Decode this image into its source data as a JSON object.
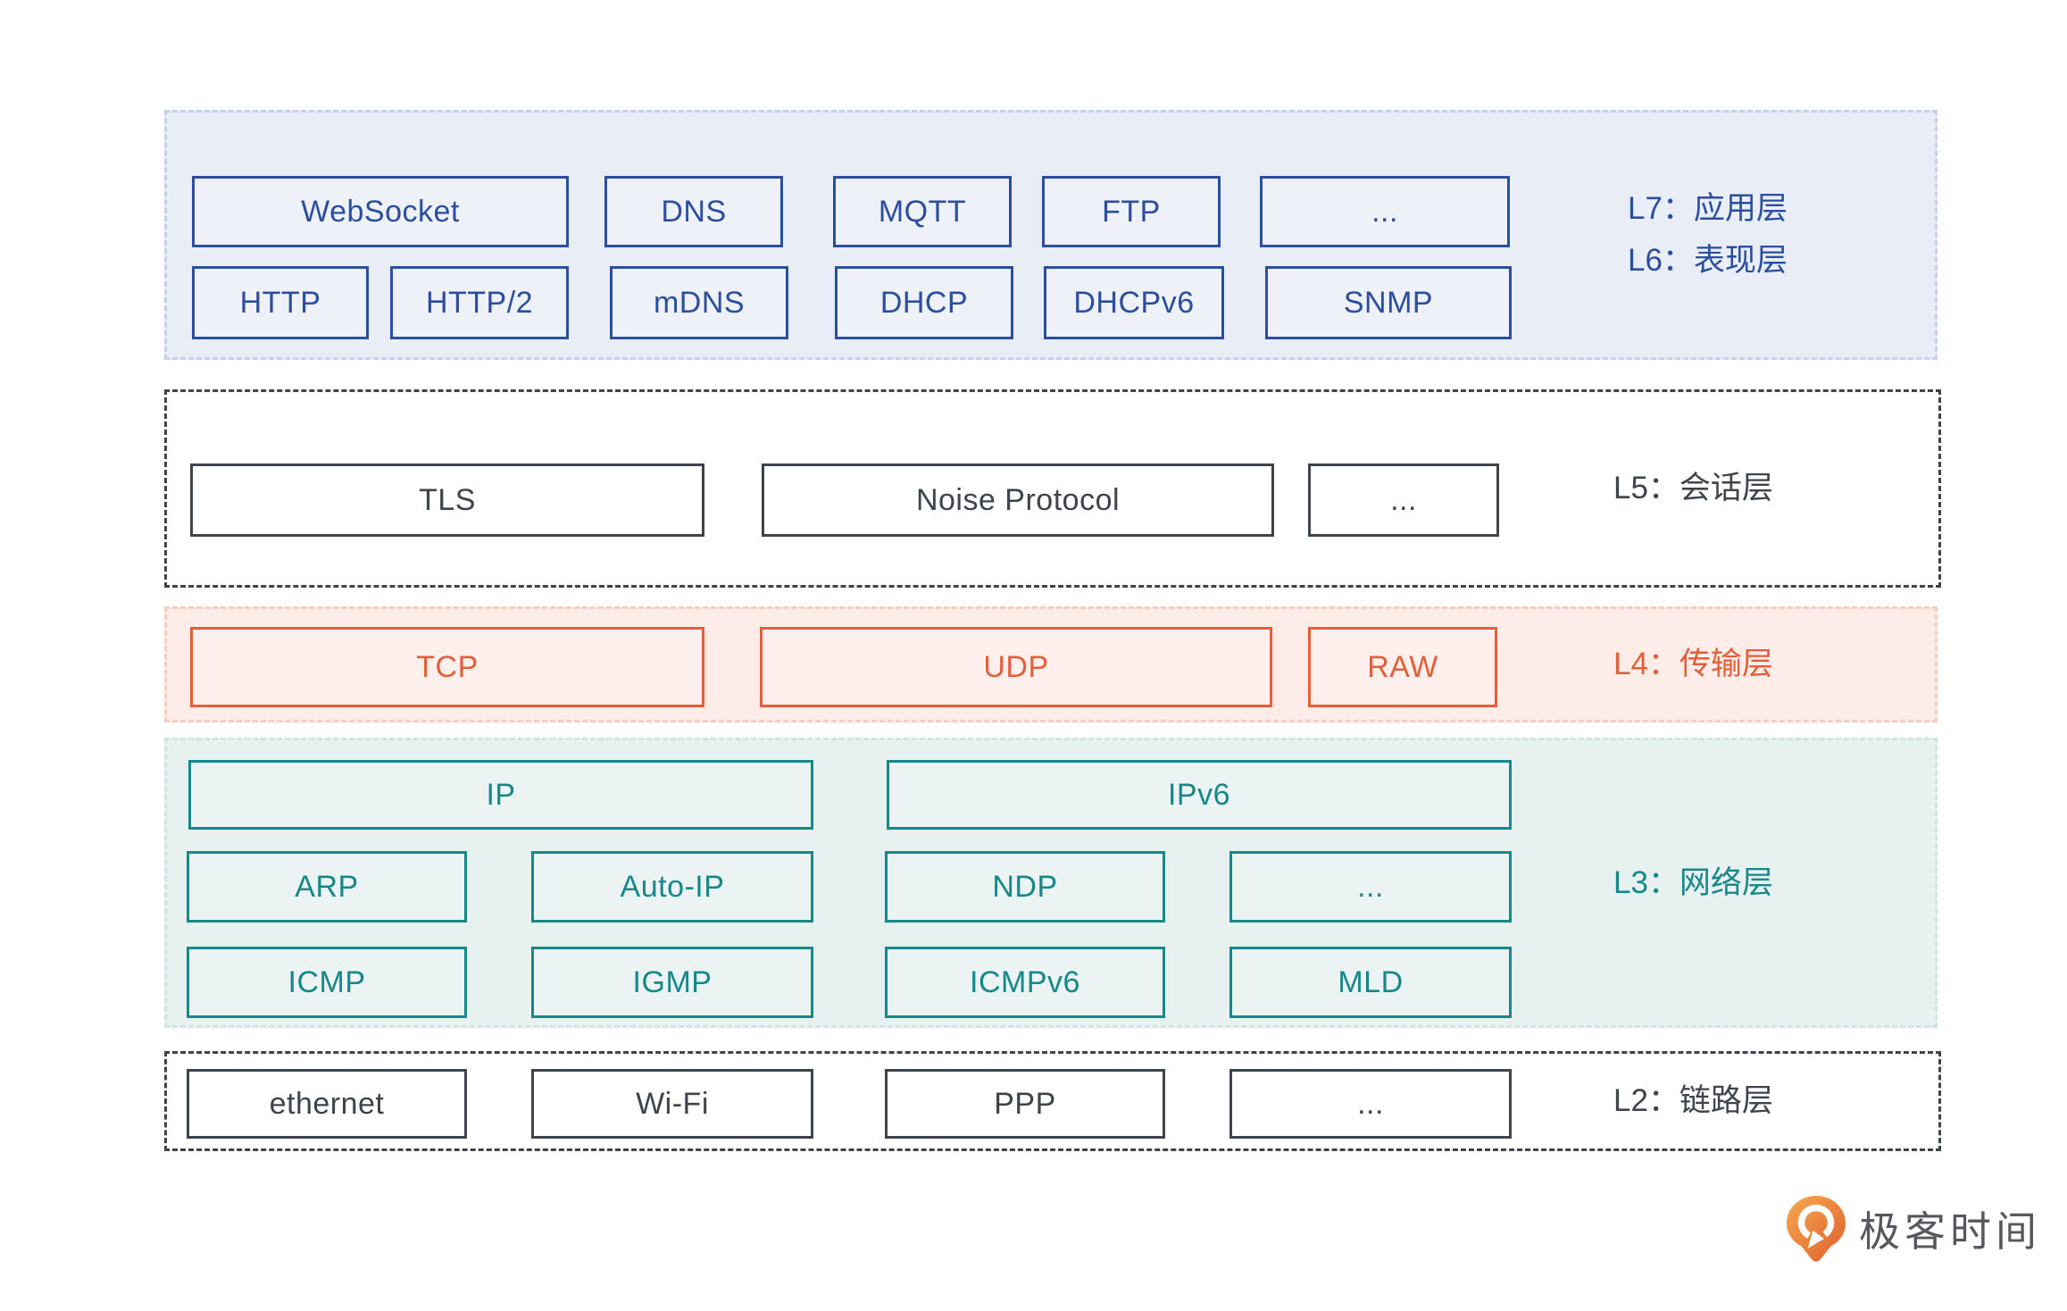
{
  "layers": [
    {
      "name": "application-presentation",
      "labels": [
        "L7：应用层",
        "L6：表现层"
      ],
      "rows": [
        [
          "WebSocket",
          "DNS",
          "MQTT",
          "FTP",
          "..."
        ],
        [
          "HTTP",
          "HTTP/2",
          "mDNS",
          "DHCP",
          "DHCPv6",
          "SNMP"
        ]
      ]
    },
    {
      "name": "session",
      "labels": [
        "L5：会话层"
      ],
      "rows": [
        [
          "TLS",
          "Noise Protocol",
          "..."
        ]
      ]
    },
    {
      "name": "transport",
      "labels": [
        "L4：传输层"
      ],
      "rows": [
        [
          "TCP",
          "UDP",
          "RAW"
        ]
      ]
    },
    {
      "name": "network",
      "labels": [
        "L3：网络层"
      ],
      "rows": [
        [
          "IP",
          "IPv6"
        ],
        [
          "ARP",
          "Auto-IP",
          "NDP",
          "..."
        ],
        [
          "ICMP",
          "IGMP",
          "ICMPv6",
          "MLD"
        ]
      ]
    },
    {
      "name": "link",
      "labels": [
        "L2：链路层"
      ],
      "rows": [
        [
          "ethernet",
          "Wi-Fi",
          "PPP",
          "..."
        ]
      ]
    }
  ],
  "colors": {
    "blue": "#2b4e9e",
    "blue_band_bg": "#e9edf6",
    "blue_dash": "#c7d1ea",
    "dark": "#3d444b",
    "orange": "#e35f3b",
    "orange_band_bg": "#fdece7",
    "orange_dash": "#f6cdc1",
    "teal": "#17888a",
    "teal_band_bg": "#e7f1ef",
    "teal_dash": "#cfe3e1",
    "logo_orange": "#e8702f",
    "logo_text": "#56585d"
  },
  "logo": {
    "icon": "geektime-q-pin-icon",
    "text": "极客时间"
  }
}
